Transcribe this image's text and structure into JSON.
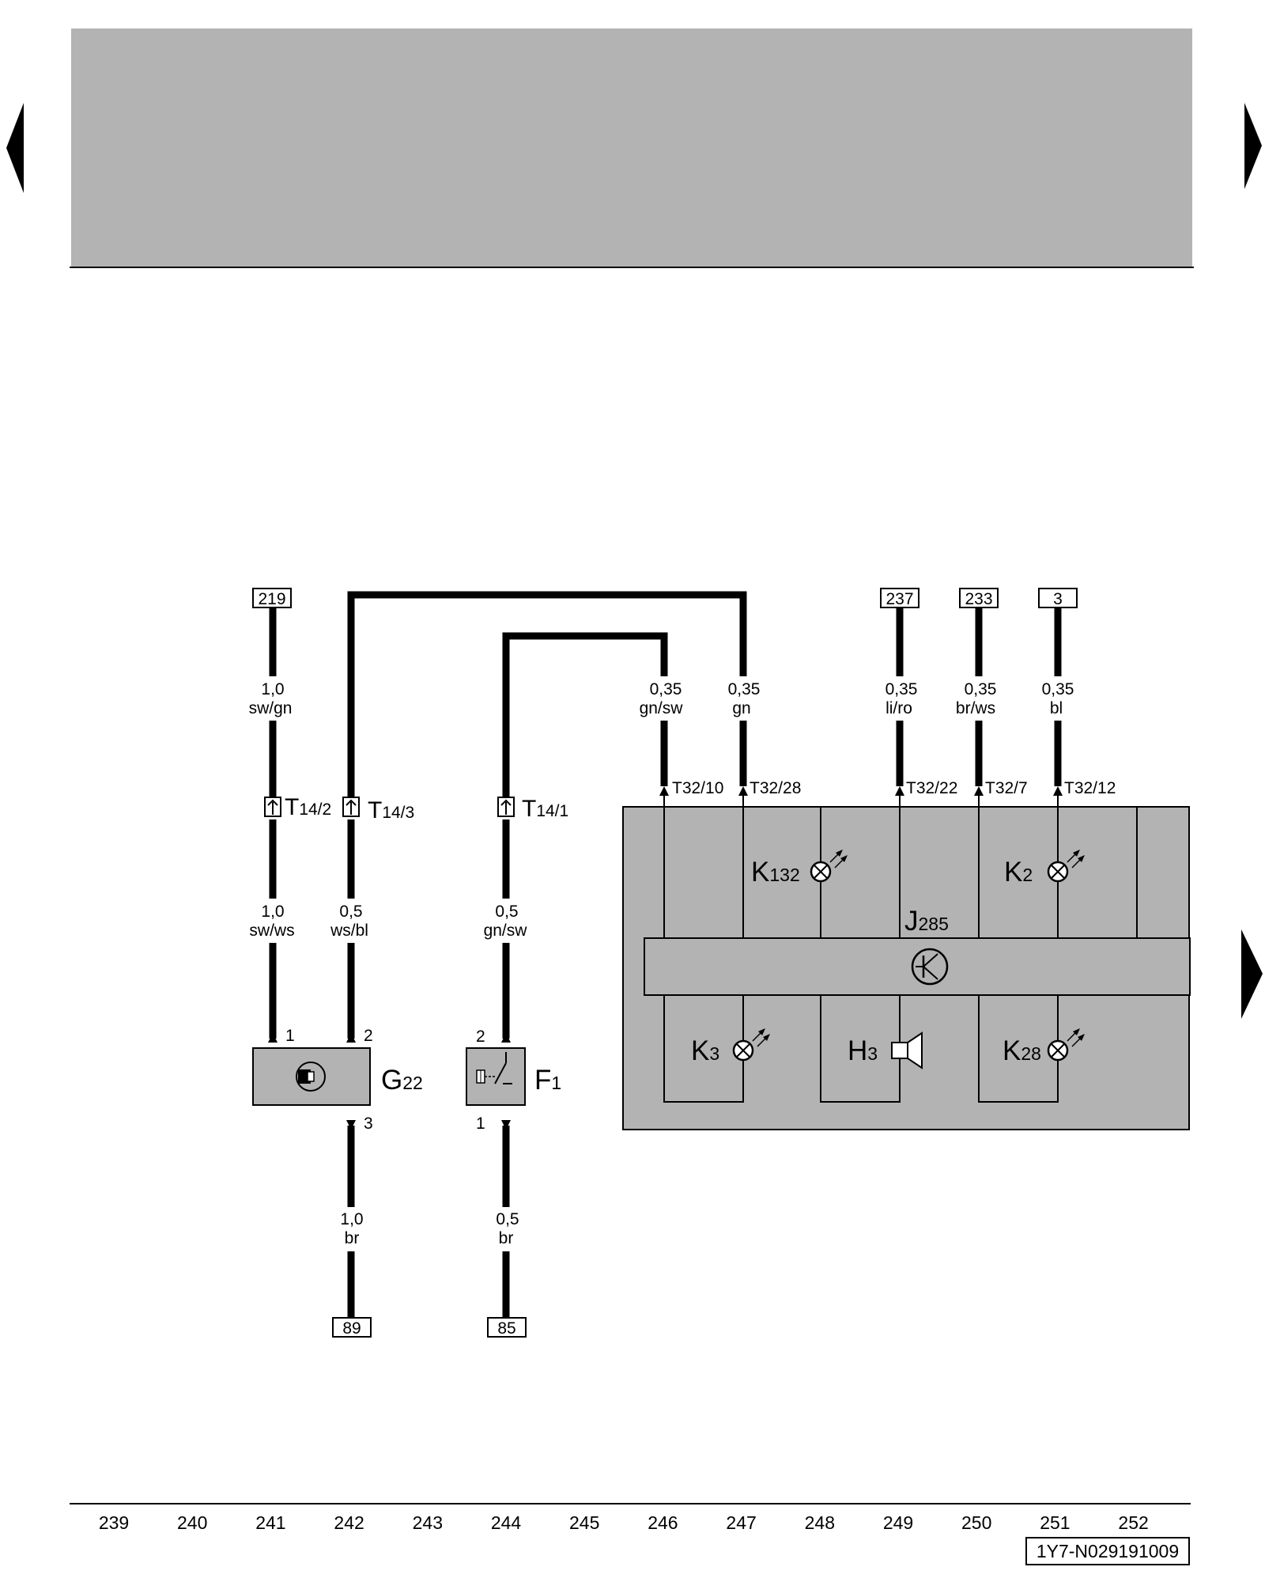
{
  "header": {
    "color": "#b3b3b3"
  },
  "navigation": {
    "prev_label": "previous page",
    "next_label": "next page",
    "continue_label": "continued on next page"
  },
  "refs": {
    "r219": "219",
    "r237": "237",
    "r233": "233",
    "r3": "3",
    "r89": "89",
    "r85": "85"
  },
  "wires": {
    "w219": {
      "gauge": "1,0",
      "color": "sw/gn"
    },
    "w241_lower": {
      "gauge": "1,0",
      "color": "sw/ws"
    },
    "w242_lower": {
      "gauge": "0,5",
      "color": "ws/bl"
    },
    "w244_lower": {
      "gauge": "0,5",
      "color": "gn/sw"
    },
    "w246": {
      "gauge": "0,35",
      "color": "gn/sw"
    },
    "w247": {
      "gauge": "0,35",
      "color": "gn"
    },
    "w249": {
      "gauge": "0,35",
      "color": "li/ro"
    },
    "w250": {
      "gauge": "0,35",
      "color": "br/ws"
    },
    "w251": {
      "gauge": "0,35",
      "color": "bl"
    },
    "w89": {
      "gauge": "1,0",
      "color": "br"
    },
    "w85": {
      "gauge": "0,5",
      "color": "br"
    }
  },
  "connectors": {
    "t14_2": {
      "main": "T",
      "sub": "14/2"
    },
    "t14_3": {
      "main": "T",
      "sub": "14/3"
    },
    "t14_1": {
      "main": "T",
      "sub": "14/1"
    },
    "t32_10": "T32/10",
    "t32_28": "T32/28",
    "t32_22": "T32/22",
    "t32_7": "T32/7",
    "t32_12": "T32/12"
  },
  "pins": {
    "g22_1": "1",
    "g22_2": "2",
    "g22_3": "3",
    "f1_2": "2",
    "f1_1": "1"
  },
  "components": {
    "g22": {
      "main": "G",
      "sub": "22"
    },
    "f1": {
      "main": "F",
      "sub": "1"
    },
    "j285": {
      "main": "J",
      "sub": "285"
    },
    "k132": {
      "main": "K",
      "sub": "132"
    },
    "k2": {
      "main": "K",
      "sub": "2"
    },
    "k3": {
      "main": "K",
      "sub": "3"
    },
    "h3": {
      "main": "H",
      "sub": "3"
    },
    "k28": {
      "main": "K",
      "sub": "28"
    }
  },
  "columns": [
    "239",
    "240",
    "241",
    "242",
    "243",
    "244",
    "245",
    "246",
    "247",
    "248",
    "249",
    "250",
    "251",
    "252"
  ],
  "doc_id": "1Y7-N029191009"
}
